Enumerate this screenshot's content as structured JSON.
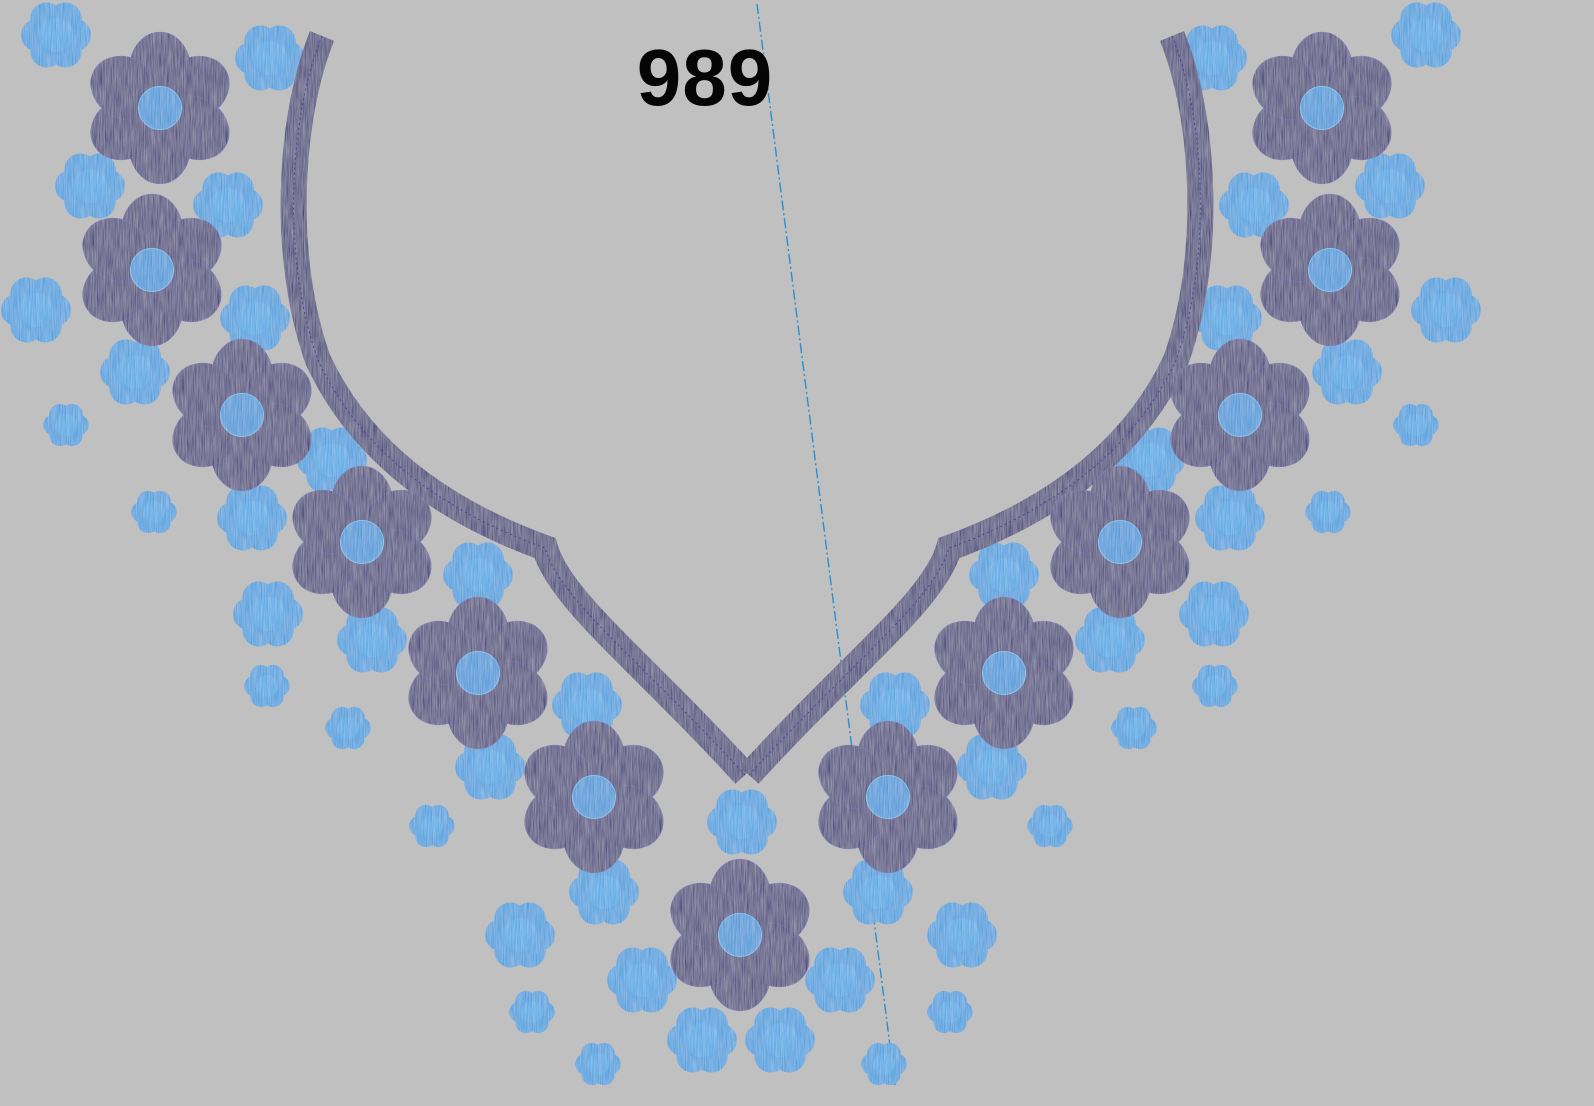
{
  "design": {
    "number": "989"
  },
  "colors": {
    "background": "#c0c0c0",
    "large_flower_petals": "#2a2270",
    "large_flower_center": "#1b8fd6",
    "small_flower": "#1c96db",
    "neckline": "#26206e",
    "guide_line": "#2a8fd0"
  },
  "icons": {
    "large_flower": "six-petal-flower-icon",
    "small_flower": "small-flower-icon",
    "neckline": "neckline-outline",
    "guide": "center-guide-line"
  }
}
